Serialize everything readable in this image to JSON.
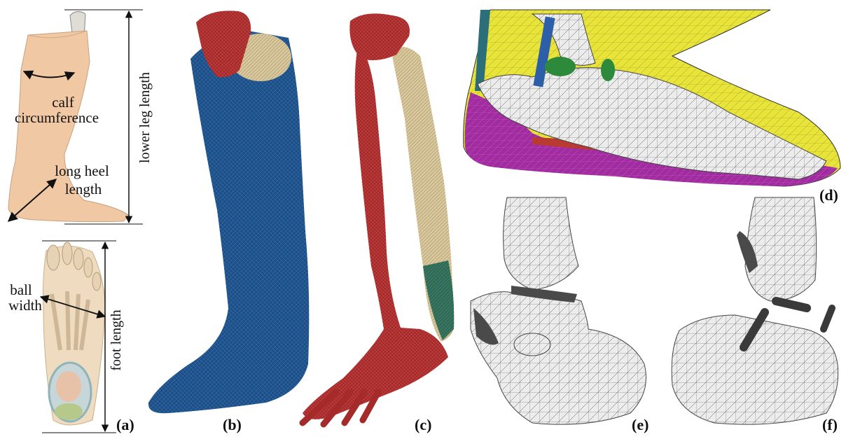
{
  "panels": {
    "a": "(a)",
    "b": "(b)",
    "c": "(c)",
    "d": "(d)",
    "e": "(e)",
    "f": "(f)"
  },
  "annotations": {
    "calf": "calf",
    "circumference": "circumference",
    "long_heel": "long heel",
    "length": "length",
    "lower_leg_length": "lower leg length",
    "ball": "ball",
    "width": "width",
    "foot_length": "foot length"
  },
  "colors": {
    "skin": "#f1c8a4",
    "soft_tissue_mesh": "#1d4f86",
    "bone_mesh": "#a52a2a",
    "muscle_mesh": "#d9c79c",
    "ligament_mesh": "#2f6b57",
    "plantar_fat": "#a12ca0",
    "skin_layer": "#e8e43a",
    "bone_white": "#e9e9e9",
    "cartilage_dark": "#4a4a4a"
  }
}
